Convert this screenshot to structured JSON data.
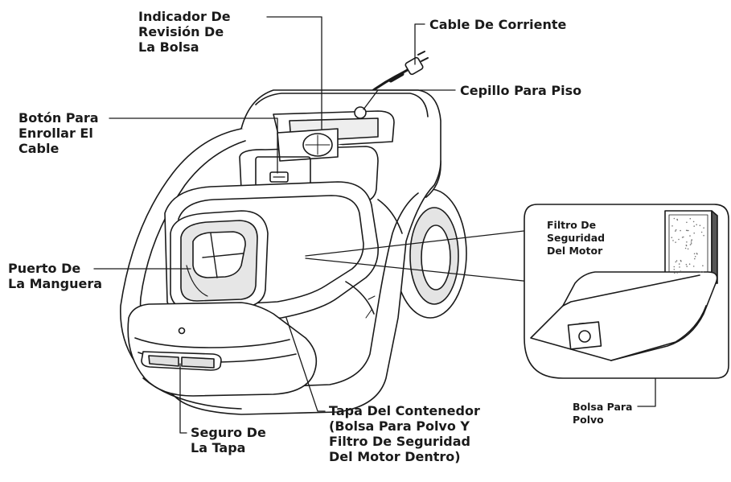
{
  "labels": {
    "bag_check_indicator": [
      "Indicador De",
      "Revisión De",
      "La Bolsa"
    ],
    "power_cable": [
      "Cable De Corriente"
    ],
    "floor_brush": [
      "Cepillo Para Piso"
    ],
    "cord_rewind_button": [
      "Botón Para",
      "Enrollar El",
      "Cable"
    ],
    "hose_port": [
      "Puerto De",
      "La Manguera"
    ],
    "cover_latch": [
      "Seguro De",
      "La Tapa"
    ],
    "container_cover": [
      "Tapa Del Contenedor",
      "(Bolsa Para Polvo Y",
      "Filtro De Seguridad",
      "Del Motor Dentro)"
    ],
    "motor_safety_filter": [
      "Filtro De",
      "Seguridad",
      "Del Motor"
    ],
    "dust_bag": [
      "Bolsa Para",
      "Polvo"
    ]
  },
  "colors": {
    "line": "#1a1a1a",
    "body_fill": "#ffffff",
    "shade": "#d6d6d6"
  }
}
